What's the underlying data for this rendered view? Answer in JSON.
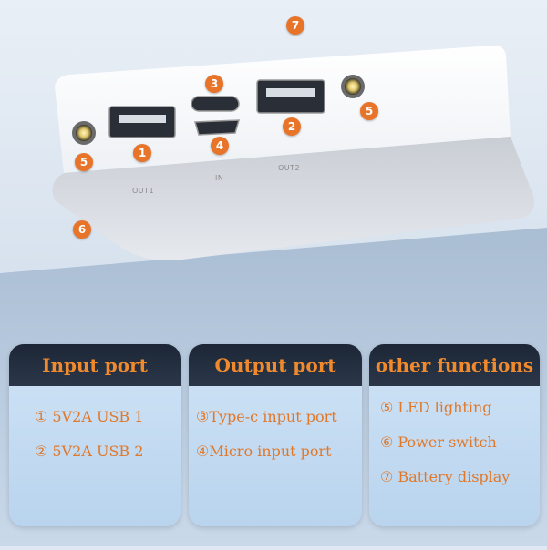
{
  "callouts": [
    "1",
    "2",
    "3",
    "4",
    "5",
    "5",
    "6",
    "7"
  ],
  "port_labels": {
    "out1": "OUT1",
    "in": "IN",
    "out2": "OUT2"
  },
  "cards": [
    {
      "title": "Input port",
      "items": [
        "① 5V2A USB 1",
        "② 5V2A USB 2"
      ]
    },
    {
      "title": "Output port",
      "items": [
        "③Type-c input port",
        "④Micro input port"
      ]
    },
    {
      "title": "other functions",
      "items": [
        "⑤ LED lighting",
        "⑥ Power switch",
        "⑦ Battery display"
      ]
    }
  ],
  "colors": {
    "accent": "#e8742a",
    "card_header": "#1c2636",
    "card_body": "#c4dcf2"
  }
}
